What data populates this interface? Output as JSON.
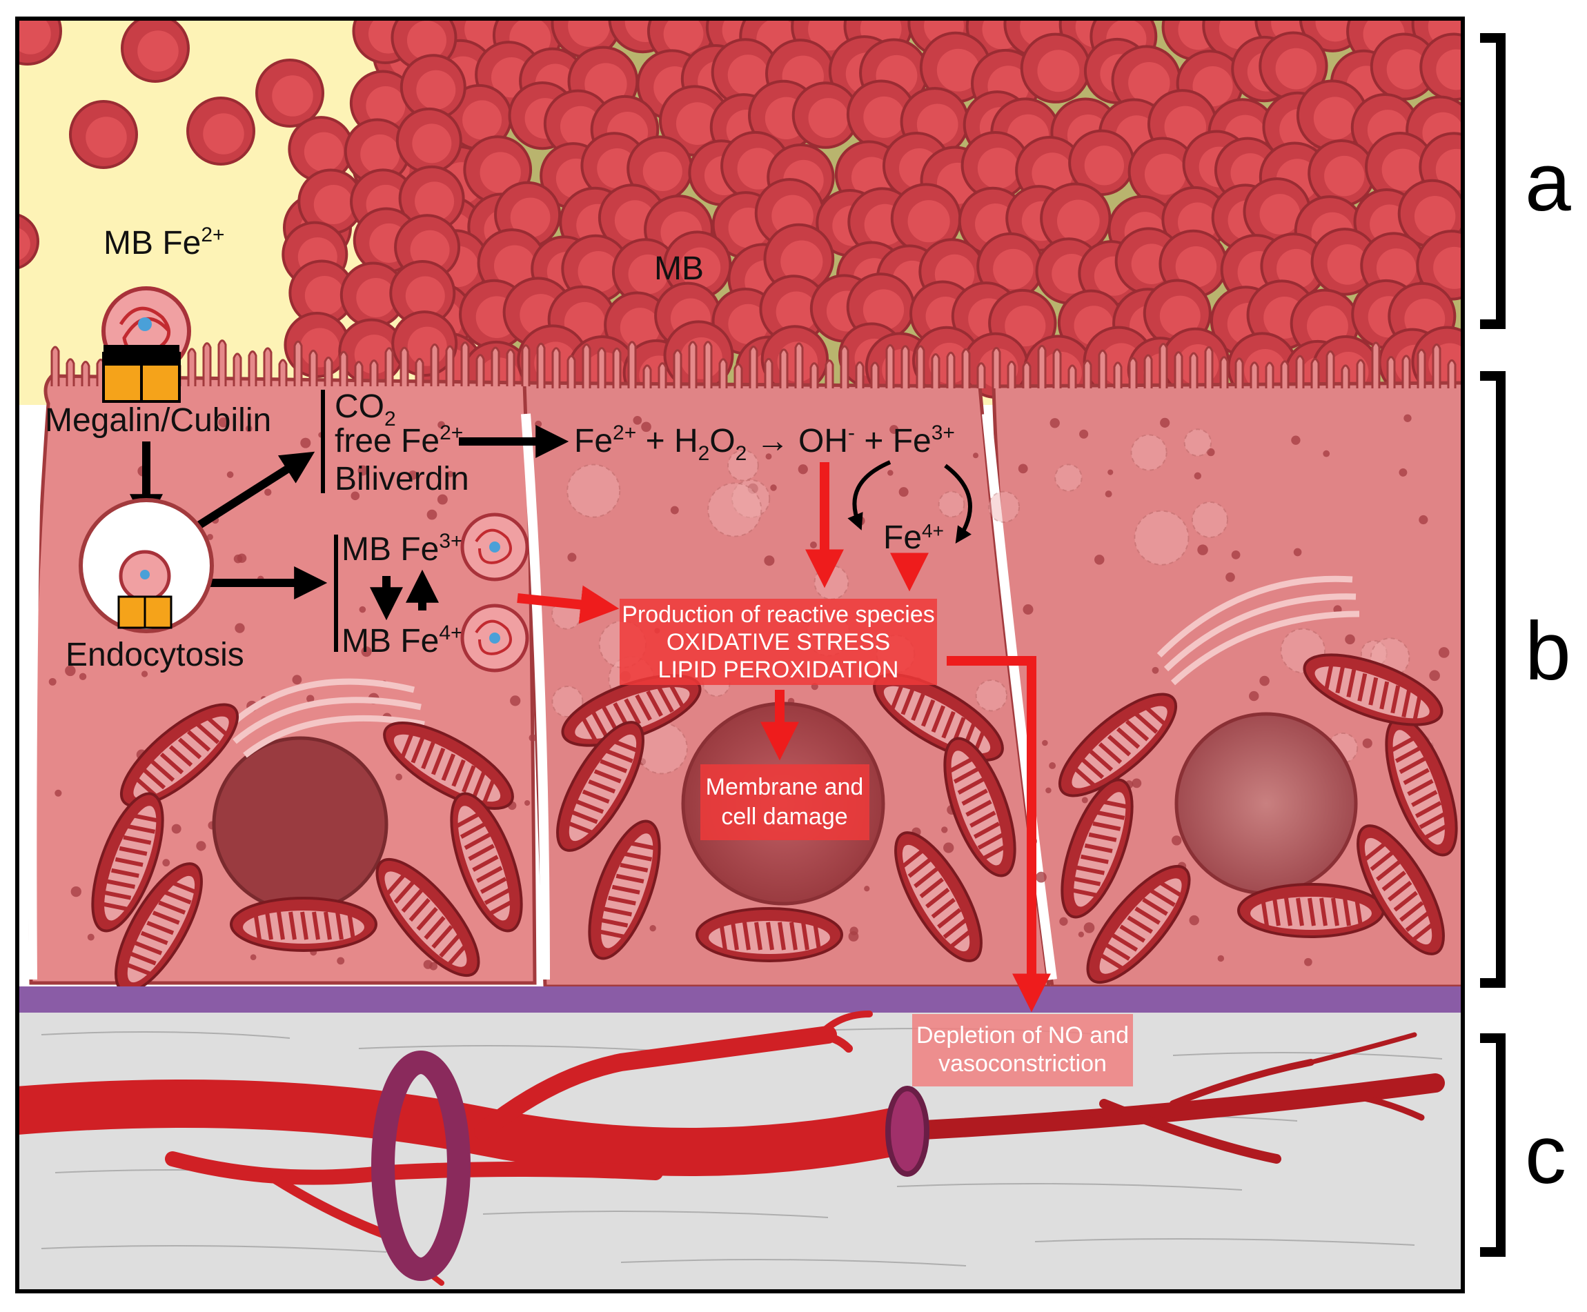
{
  "labels": {
    "mb_fe2_base": "MB Fe",
    "mb_fe2_sup": "2+",
    "receptor": "Megalin/Cubilin",
    "endocytosis": "Endocytosis",
    "mb_top": "MB",
    "co2_base": "CO",
    "co2_sub": "2",
    "free_fe_base": "free Fe",
    "free_fe_sup": "2+",
    "biliverdin": "Biliverdin",
    "mb_fe3_base": "MB Fe",
    "mb_fe3_sup": "3+",
    "mb_fe4_base": "MB Fe",
    "mb_fe4_sup": "4+",
    "reaction": {
      "fe2": "Fe",
      "fe2_sup": "2+",
      "plus1": " + H",
      "h_sub": "2",
      "o": "O",
      "o_sub": "2",
      "arrow": " → ",
      "oh": "OH",
      "oh_sup": "-",
      "plus2": " + Fe",
      "fe3_sup": "3+"
    },
    "fe4_base": "Fe",
    "fe4_sup": "4+"
  },
  "boxes": {
    "reactive_line1": "Production of reactive species",
    "reactive_line2": "OXIDATIVE STRESS",
    "reactive_line3": "LIPID PEROXIDATION",
    "membrane_line1": "Membrane and",
    "membrane_line2": "cell damage",
    "depletion_line1": "Depletion of NO and",
    "depletion_line2": "vasoconstriction"
  },
  "sections": {
    "a": "a",
    "b": "b",
    "c": "c"
  },
  "colors": {
    "lumen": "#fdf3b6",
    "rbc": "#d3454c",
    "rbc_edge": "#a8323a",
    "cell": "#e5898a",
    "cell_edge": "#a23a3d",
    "basement": "#8a5ca6",
    "interstitium": "#dedede",
    "vessel": "#d02025",
    "ring": "#8a2a5c",
    "red_arrow": "#ee1c1c",
    "box_fill": "#ef3a3a",
    "receptor": "#f5a31a"
  }
}
